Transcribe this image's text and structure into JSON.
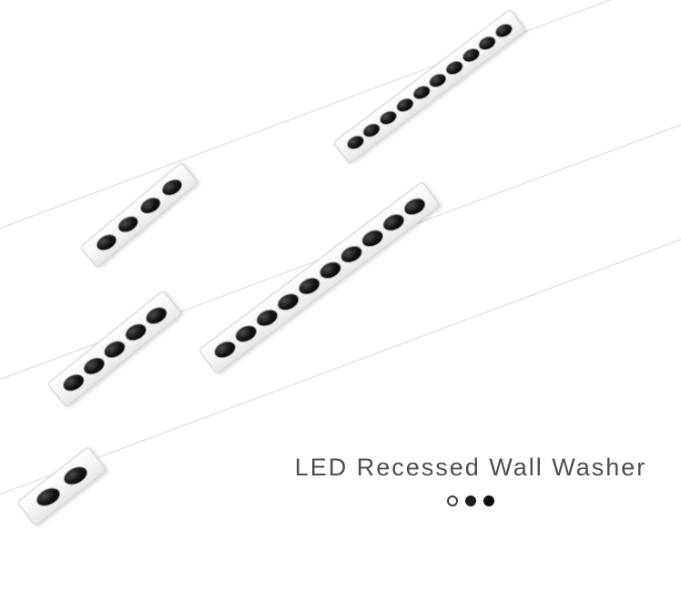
{
  "product": {
    "title": "LED Recessed Wall Washer",
    "color_options": [
      {
        "name": "white",
        "fill": "#ffffff",
        "border": "#3d3d3d"
      },
      {
        "name": "black",
        "fill": "#1c1c1c",
        "border": "#1c1c1c"
      },
      {
        "name": "dark-black",
        "fill": "#0d0d0d",
        "border": "#0d0d0d"
      }
    ]
  },
  "fixtures": [
    {
      "name": "recessed-strip-top-right",
      "lens_count": 10
    },
    {
      "name": "recessed-strip-upper-left",
      "lens_count": 4
    },
    {
      "name": "recessed-strip-center",
      "lens_count": 10
    },
    {
      "name": "recessed-strip-mid-left",
      "lens_count": 5
    },
    {
      "name": "recessed-strip-bottom-left",
      "lens_count": 2
    }
  ]
}
